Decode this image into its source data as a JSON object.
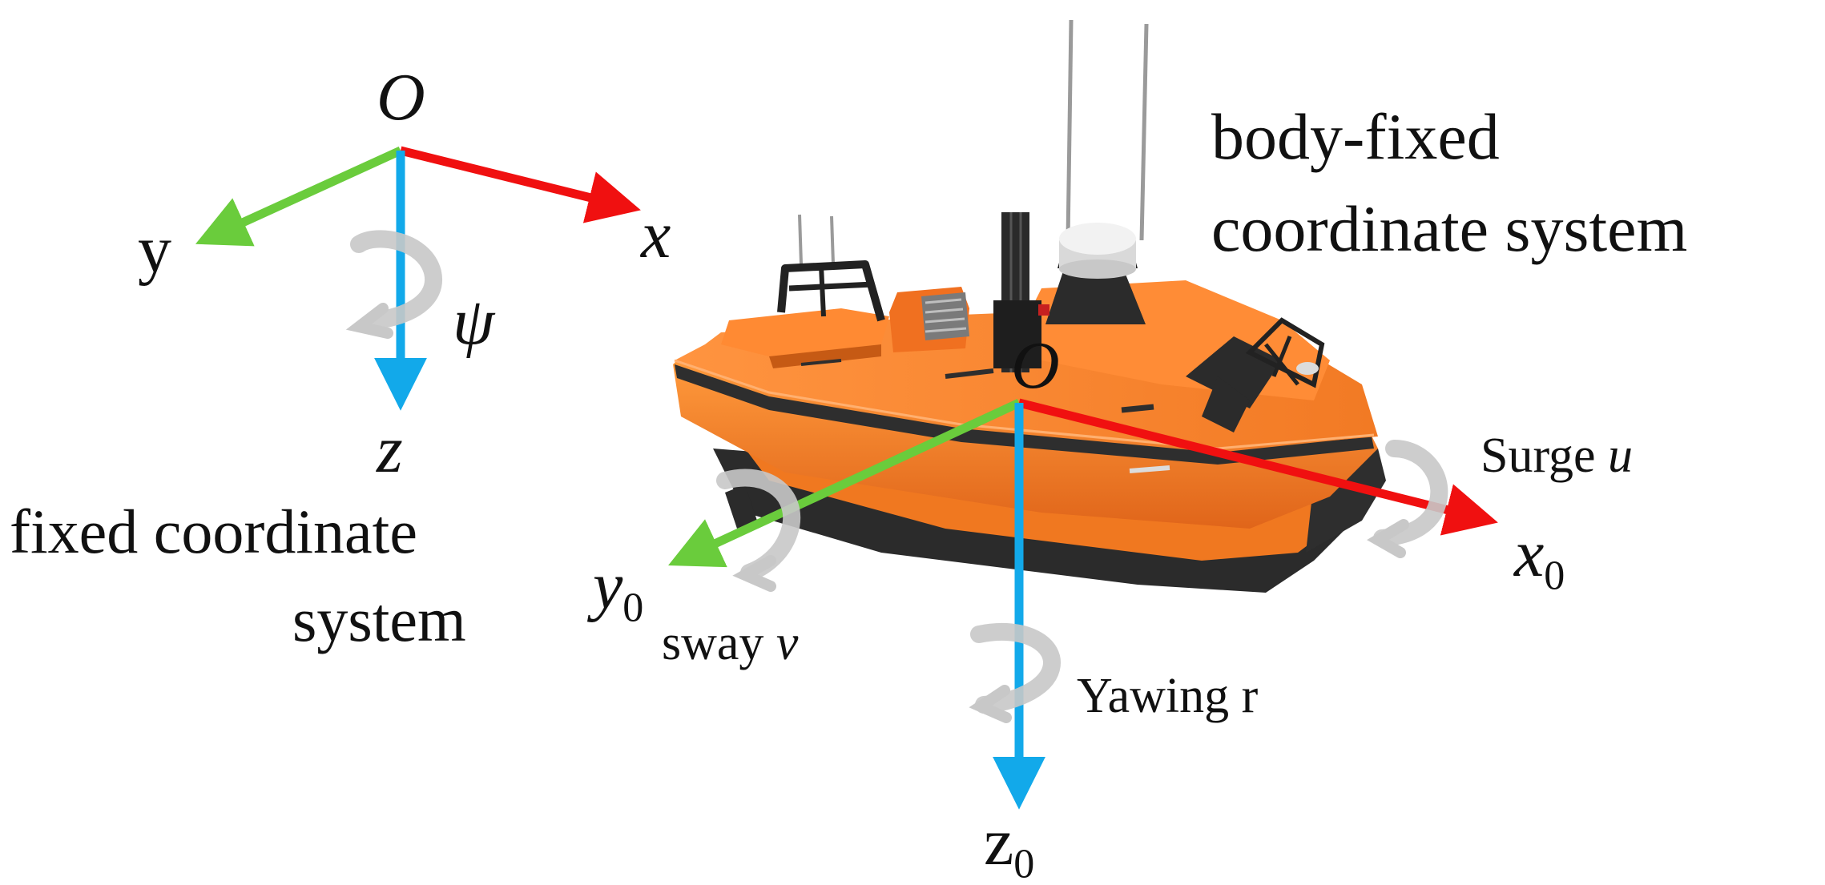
{
  "fixed_frame": {
    "origin": "O",
    "x_axis": "x",
    "y_axis": "y",
    "z_axis": "z",
    "rotation": "ψ",
    "caption_line1": "fixed coordinate",
    "caption_line2": "system"
  },
  "body_frame": {
    "origin": "O",
    "x_axis": "x",
    "x_sub": "0",
    "y_axis": "y",
    "y_sub": "0",
    "z_axis": "z",
    "z_sub": "0",
    "caption_line1": "body-fixed",
    "caption_line2": "coordinate system",
    "surge_label": "Surge",
    "surge_symbol": "u",
    "sway_label": "sway",
    "sway_symbol": "v",
    "yaw_label": "Yawing r"
  },
  "colors": {
    "x_axis": "#f01010",
    "y_axis": "#6acc3c",
    "z_axis": "#12a9ea",
    "rotation_arrow": "#c8c8c8",
    "hull": "#f07820",
    "hull_dark": "#2e2e2e"
  },
  "icons": {
    "vessel": "usv-catamaran-boat",
    "rotation": "curved-rotation-arrow"
  }
}
